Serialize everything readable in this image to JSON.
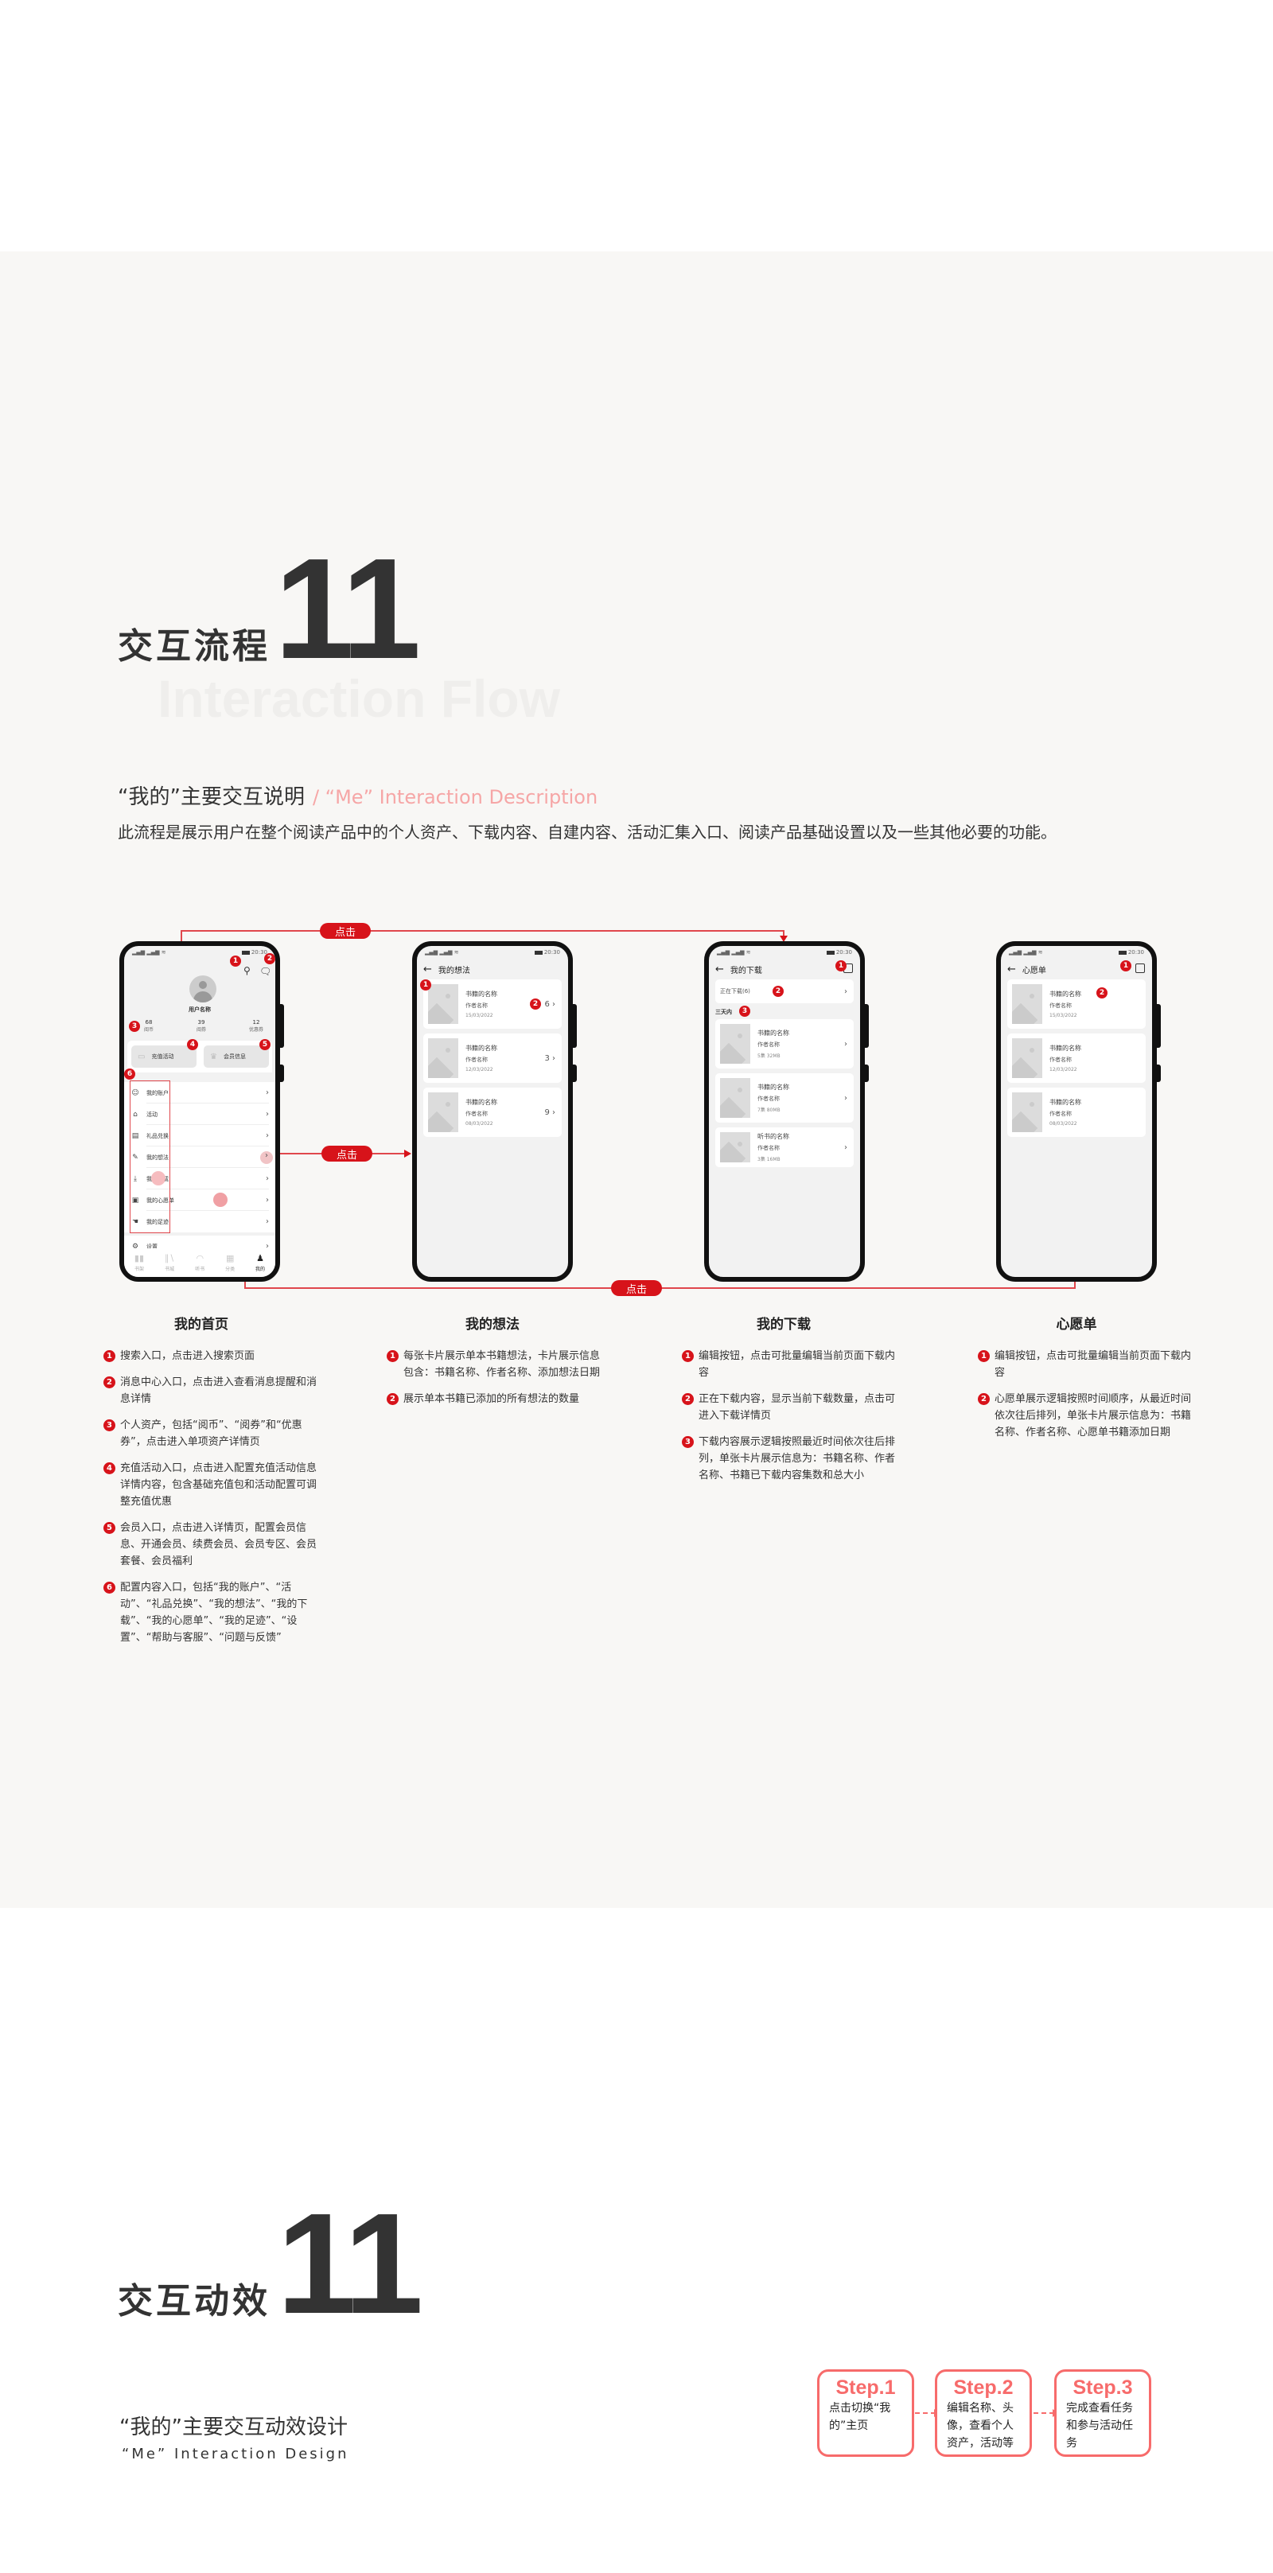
{
  "section1": {
    "title": "交互流程",
    "number": "11",
    "ghost": "Interaction Flow",
    "subtitle": "“我的”主要交互说明",
    "subtitle_en": "/ “Me”  Interaction Description",
    "intro": "此流程是展示用户在整个阅读产品中的个人资产、下载内容、自建内容、活动汇集入口、阅读产品基础设置以及一些其他必要的功能。",
    "click_label": "点击"
  },
  "status": {
    "time": "20:30",
    "signal": "▂▄▆ ▂▄▆ ≋"
  },
  "home": {
    "username": "用户名称",
    "stats": [
      {
        "value": "68",
        "label": "阅币"
      },
      {
        "value": "39",
        "label": "阅券"
      },
      {
        "value": "12",
        "label": "优惠券"
      }
    ],
    "recharge": "充值活动",
    "member": "会员信息",
    "menu": [
      "我的账户",
      "活动",
      "礼品兑换",
      "我的想法",
      "我的下载",
      "我的心愿单",
      "我的足迹"
    ],
    "settings": "设置",
    "tabs": [
      "书架",
      "书城",
      "听书",
      "分类",
      "我的"
    ]
  },
  "thoughts": {
    "title": "我的想法",
    "cards": [
      {
        "name": "书籍的名称",
        "author": "作者名称",
        "date": "15/03/2022",
        "count": "6"
      },
      {
        "name": "书籍的名称",
        "author": "作者名称",
        "date": "12/03/2022",
        "count": "3"
      },
      {
        "name": "书籍的名称",
        "author": "作者名称",
        "date": "08/03/2022",
        "count": "9"
      }
    ]
  },
  "downloads": {
    "title": "我的下载",
    "downloading": "正在下载(6)",
    "group": "三天内",
    "cards": [
      {
        "name": "书籍的名称",
        "author": "作者名称",
        "meta": "5集 32MB"
      },
      {
        "name": "书籍的名称",
        "author": "作者名称",
        "meta": "7集 80MB"
      },
      {
        "name": "听书的名称",
        "author": "作者名称",
        "meta": "3集 16MB"
      }
    ]
  },
  "wishlist": {
    "title": "心愿单",
    "cards": [
      {
        "name": "书籍的名称",
        "author": "作者名称",
        "date": "15/03/2022"
      },
      {
        "name": "书籍的名称",
        "author": "作者名称",
        "date": "12/03/2022"
      },
      {
        "name": "书籍的名称",
        "author": "作者名称",
        "date": "08/03/2022"
      }
    ]
  },
  "descriptions": [
    {
      "title": "我的首页",
      "items": [
        "搜索入口，点击进入搜索页面",
        "消息中心入口，点击进入查看消息提醒和消息详情",
        "个人资产，包括“阅币”、“阅券”和“优惠券”，点击进入单项资产详情页",
        "充值活动入口，点击进入配置充值活动信息详情内容，包含基础充值包和活动配置可调整充值优惠",
        "会员入口，点击进入详情页，配置会员信息、开通会员、续费会员、会员专区、会员套餐、会员福利",
        "配置内容入口，包括“我的账户”、“活动”、“礼品兑换”、“我的想法”、“我的下载”、“我的心愿单”、“我的足迹”、“设置”、“帮助与客服”、“问题与反馈”"
      ]
    },
    {
      "title": "我的想法",
      "items": [
        "每张卡片展示单本书籍想法，卡片展示信息包含：书籍名称、作者名称、添加想法日期",
        "展示单本书籍已添加的所有想法的数量"
      ]
    },
    {
      "title": "我的下载",
      "items": [
        "编辑按钮，点击可批量编辑当前页面下载内容",
        "正在下载内容，显示当前下载数量，点击可进入下载详情页",
        "下载内容展示逻辑按照最近时间依次往后排列，单张卡片展示信息为：书籍名称、作者名称、书籍已下载内容集数和总大小"
      ]
    },
    {
      "title": "心愿单",
      "items": [
        "编辑按钮，点击可批量编辑当前页面下载内容",
        "心愿单展示逻辑按照时间顺序，从最近时间依次往后排列，单张卡片展示信息为：书籍名称、作者名称、心愿单书籍添加日期"
      ]
    }
  ],
  "section2": {
    "title": "交互动效",
    "number": "11",
    "subtitle": "“我的”主要交互动效设计",
    "subtitle_en": "“Me” Interaction Design",
    "steps": [
      {
        "label": "Step.1",
        "text": "点击切换“我的”主页"
      },
      {
        "label": "Step.2",
        "text": "编辑名称、头像，查看个人资产，活动等"
      },
      {
        "label": "Step.3",
        "text": "完成查看任务和参与活动任务"
      }
    ]
  },
  "colors": {
    "accent": "#d7131a",
    "step": "#f76b6b",
    "bg": "#f8f7f5"
  }
}
